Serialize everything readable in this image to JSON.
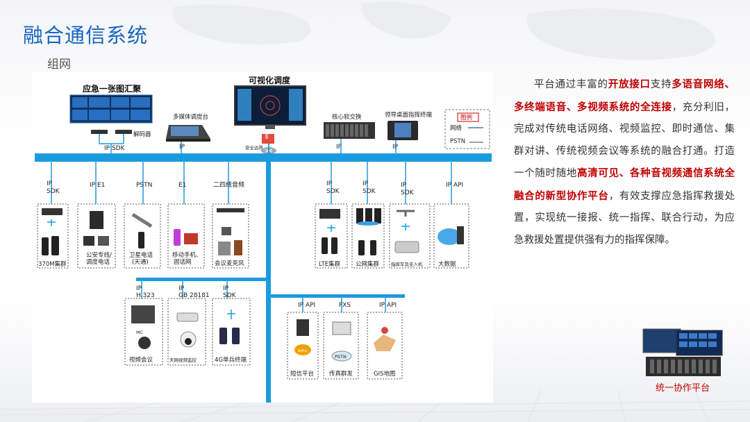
{
  "title": "融合通信系统",
  "subtitle": "组网",
  "top_devices": {
    "wall_title": "应急一张图汇聚",
    "decoder": "解码器",
    "wall_conn": "IP  SDK",
    "media_console": "多媒体调度台",
    "media_conn": "IP",
    "viz_title": "可视化调度",
    "gateway": "安全边界",
    "core": "核心软交换",
    "core_conn": "IP",
    "leader": "领导桌面指挥终端",
    "leader_conn": "IP"
  },
  "legend": {
    "title": "图例",
    "items": [
      {
        "label": "网络",
        "color": "#1e5fb4"
      },
      {
        "label": "PSTN",
        "color": "#666666"
      }
    ]
  },
  "left_branches": [
    {
      "conn": "IP\nSDK",
      "caption": "370M集群"
    },
    {
      "conn": "IP  E1",
      "caption": "公安专线/\n调度电话"
    },
    {
      "conn": "PSTN",
      "caption": "卫星电话\n(天通)"
    },
    {
      "conn": "E1",
      "caption": "移动手机、\n固话网"
    },
    {
      "conn": "二四线音频",
      "caption": "会议麦克风"
    }
  ],
  "right_branches": [
    {
      "conn": "IP\nSDK",
      "caption": "LTE集群"
    },
    {
      "conn": "IP\nSDK",
      "caption": "公网集群"
    },
    {
      "conn": "IP\nSDK",
      "caption": "指挥车及无人机"
    },
    {
      "conn": "IP  API",
      "caption": "大数据"
    }
  ],
  "lower_left": [
    {
      "conn": "IP\nH.323",
      "caption": "视频会议"
    },
    {
      "conn": "IP\nGB 28181",
      "caption": "天网视频监控"
    },
    {
      "conn": "IP\nSDK",
      "caption": "4G单兵终端"
    }
  ],
  "lower_right": [
    {
      "conn": "IP  API",
      "caption": "短信平台"
    },
    {
      "conn": "FXS",
      "caption": "传真群发"
    },
    {
      "conn": "IP  API",
      "caption": "GIS地图"
    }
  ],
  "device_labels": {
    "mc": "MC",
    "sms": "sms",
    "pstn": "PSTN"
  },
  "description": {
    "p1": "平台通过丰富的",
    "h1": "开放接口",
    "p2": "支持",
    "h2": "多语音网络、多终端语音、多视频系统的全连接",
    "p3": "，充分利旧，完成对传统电话网络、视频监控、即时通信、集群对讲、传统视频会议等系统的融合打通。打造一个随时随地",
    "h3": "高清可见、各种音视频通信系统全融合的新型协作平台",
    "p4": "，有效支撑应急指挥救援处置，实现统一接报、统一指挥、联合行动，为应急救援处置提供强有力的指挥保障。"
  },
  "product_caption": "统一协作平台",
  "colors": {
    "title": "#1565c0",
    "bus": "#1a9be0",
    "highlight": "#c00000",
    "dashed": "#555555"
  }
}
